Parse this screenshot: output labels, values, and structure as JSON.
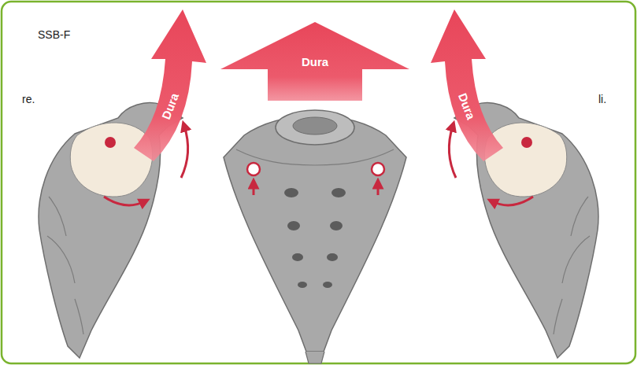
{
  "diagram": {
    "nodes": [
      {
        "text": [
          "Dura"
        ]
      },
      {
        "text": [
          "Dura"
        ]
      },
      {
        "text": [
          "Dura"
        ]
      }
    ],
    "labels": [
      "SSB-F",
      "re.",
      "li."
    ]
  }
}
